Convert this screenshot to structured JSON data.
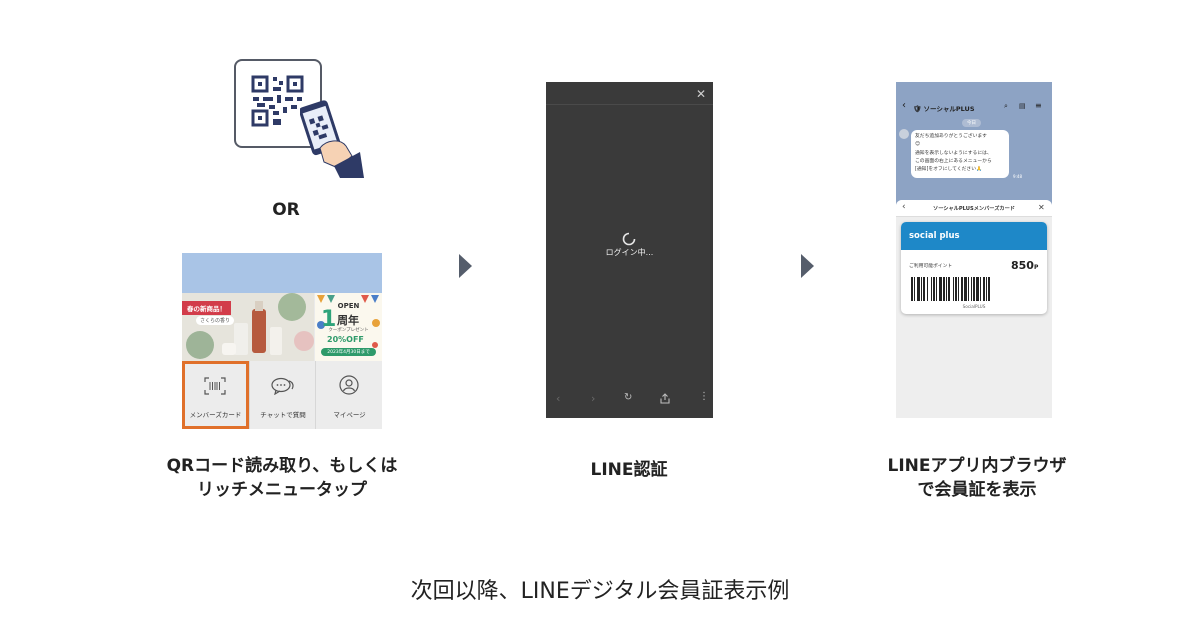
{
  "steps": {
    "step1": {
      "or_label": "OR",
      "caption_line1": "QRコード読み取り、もしくは",
      "caption_line2": "リッチメニュータップ",
      "banner": {
        "new_badge": "春の新商品！",
        "sub_badge": "さくらの香り",
        "open_label": "OPEN",
        "anniv_number": "1",
        "anniv_unit": "周年",
        "coupon_label": "クーポンプレゼント",
        "off_label": "20%OFF",
        "until_label": "2023年4月30日まで"
      },
      "menu": [
        {
          "label": "メンバーズカード",
          "icon": "barcode-icon",
          "selected": true
        },
        {
          "label": "チャットで質問",
          "icon": "chat-bubble-icon",
          "selected": false
        },
        {
          "label": "マイページ",
          "icon": "person-icon",
          "selected": false
        }
      ]
    },
    "step2": {
      "caption": "LINE認証",
      "loading_text": "ログイン中...",
      "toolbar_icons": [
        "back-icon",
        "forward-icon",
        "reload-icon",
        "share-icon",
        "more-icon"
      ]
    },
    "step3": {
      "caption_line1": "LINEアプリ内ブラウザ",
      "caption_line2": "で会員証を表示",
      "chat_title": "ソーシャルPLUS",
      "date_chip": "今日",
      "message_lines": [
        "友だち追加ありがとうございます",
        "😊",
        "通知を表示しないようにするには、",
        "この画面の右上にあるメニューから",
        "[通知]をオフにしてください🙏"
      ],
      "message_time": "9:48",
      "panel_title": "ソーシャルPLUSメンバーズカード",
      "brand": "social plus",
      "points_label": "ご利用可能ポイント",
      "points_value": "850",
      "points_unit": "P",
      "barcode_caption": "SocialPLUS"
    }
  },
  "footer": {
    "title": "次回以降、LINEデジタル会員証表示例"
  },
  "colors": {
    "accent_orange": "#e0702a",
    "navy": "#2e3a66",
    "brand_blue": "#1e88c8",
    "arrow": "#555d6b"
  }
}
